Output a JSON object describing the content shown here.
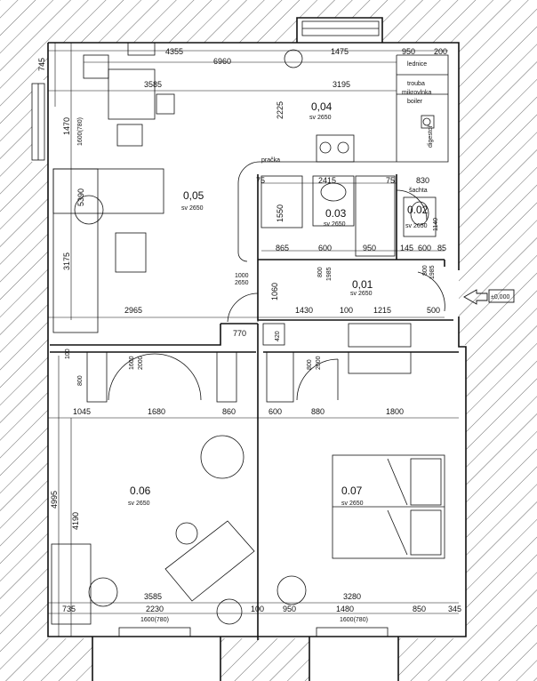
{
  "rooms": [
    {
      "id": "r004",
      "number": "0,04",
      "sub": "sv 2650"
    },
    {
      "id": "r005",
      "number": "0,05",
      "sub": "sv 2650"
    },
    {
      "id": "r003",
      "number": "0.03",
      "sub": "sv 2650"
    },
    {
      "id": "r002",
      "number": "0.02",
      "sub": "sv 2650"
    },
    {
      "id": "r001",
      "number": "0,01",
      "sub": "sv 2650"
    },
    {
      "id": "r006",
      "number": "0.06",
      "sub": "sv 2650"
    },
    {
      "id": "r007",
      "number": "0.07",
      "sub": "sv 2650"
    }
  ],
  "labels": {
    "lednice": "lednice",
    "trouba1": "trouba",
    "trouba2": "mikrovlnka",
    "trouba3": "boiler",
    "digestor": "digestoř",
    "pracka": "pračka",
    "sachta": "šachta",
    "entry_level": "±0,000"
  },
  "dims": {
    "top_4355": "4355",
    "top_950": "950",
    "top_200": "200",
    "top_6960": "6960",
    "top_1475": "1475",
    "row_3585": "3585",
    "row_3195": "3195",
    "left_745": "745",
    "left_1470": "1470",
    "left_1600": "1600(780)",
    "left_5390": "5390",
    "left_3175": "3175",
    "v_2225": "2225",
    "v_1550": "1550",
    "v_75a": "75",
    "v_2415": "2415",
    "v_75b": "75",
    "v_830": "830",
    "v_865": "865",
    "v_600a": "600",
    "v_950": "950",
    "v_145": "145",
    "v_600b": "600",
    "v_85": "85",
    "v_1140": "1140",
    "door_800": "800",
    "door_1985": "1985",
    "door_800b": "800",
    "door_1985b": "1985",
    "door_1000": "1000",
    "door_2650": "2650",
    "v_1060": "1060",
    "row_2965": "2965",
    "row_1430": "1430",
    "row_100": "100",
    "row_1215": "1215",
    "row_500": "500",
    "row_770": "770",
    "v_420": "420",
    "v_100": "100",
    "v_800": "800",
    "door_1600": "1600",
    "door_2000": "2000",
    "door_800c": "800",
    "door_2000b": "2000",
    "mid_1045": "1045",
    "mid_1680": "1680",
    "mid_860": "860",
    "mid_600": "600",
    "mid_880": "880",
    "mid_1800": "1800",
    "left_4995": "4995",
    "left_4190": "4190",
    "bot_3585": "3585",
    "bot_3280": "3280",
    "bot_735": "735",
    "bot_2230": "2230",
    "bot_100": "100",
    "bot_950": "950",
    "bot_1480": "1480",
    "bot_850": "850",
    "bot_345": "345",
    "win_a": "1600(780)",
    "win_b": "1600(780)"
  }
}
